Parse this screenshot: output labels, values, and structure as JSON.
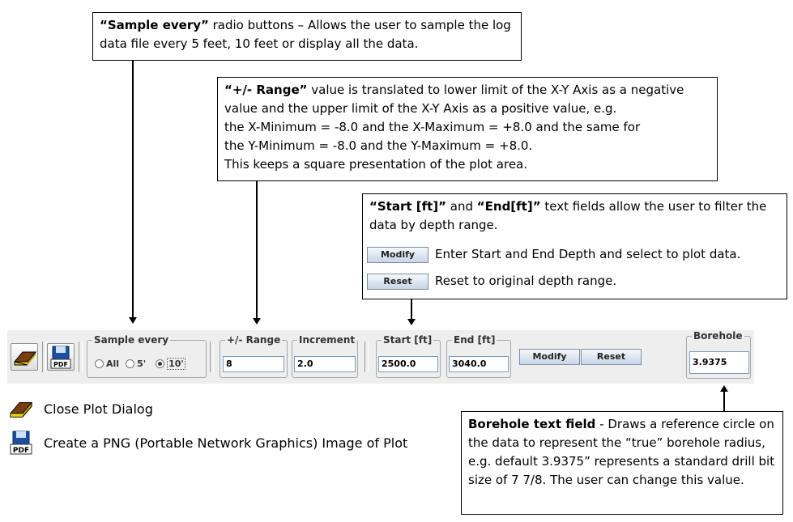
{
  "callouts": {
    "sample": {
      "bold": "“Sample every”",
      "text": " radio buttons – Allows the user to sample the log data file every 5 feet, 10 feet or display all the data."
    },
    "range": {
      "bold": "“+/- Range”",
      "line1": " value is translated to lower limit of the X-Y Axis as a negative",
      "line2": "value and the upper limit of the X-Y Axis as a positive value, e.g.",
      "line3": "the X-Minimum = -8.0 and the X-Maximum = +8.0 and the same for",
      "line4": "the Y-Minimum = -8.0 and the Y-Maximum = +8.0.",
      "line5": "This keeps a square presentation of the plot area."
    },
    "depth": {
      "bold1": "“Start [ft]”",
      "mid": " and ",
      "bold2": "“End[ft]”",
      "text": " text fields allow the user to filter the data by depth range.",
      "modify_button": "Modify",
      "modify_desc": "Enter Start and End Depth and select to plot data.",
      "reset_button": "Reset",
      "reset_desc": "Reset to original depth range."
    },
    "borehole": {
      "bold": "Borehole text field",
      "text": " - Draws a reference circle on the data to represent the “true” borehole radius, e.g. default 3.9375” represents a standard drill bit size of 7 7/8.  The user can change this value."
    }
  },
  "toolbar": {
    "sample_group": "Sample every",
    "radio_all": "All",
    "radio_5": "5'",
    "radio_10": "10'",
    "range_group": "+/- Range",
    "range_value": "8",
    "increment_group": "Increment",
    "increment_value": "2.0",
    "start_group": "Start [ft]",
    "start_value": "2500.0",
    "end_group": "End [ft]",
    "end_value": "3040.0",
    "modify_label": "Modify",
    "reset_label": "Reset",
    "borehole_group": "Borehole",
    "borehole_value": "3.9375",
    "pdf_text": "PDF"
  },
  "legend": {
    "close": "Close Plot Dialog",
    "png": "Create a PNG (Portable Network Graphics) Image of Plot",
    "pdf_text": "PDF"
  }
}
